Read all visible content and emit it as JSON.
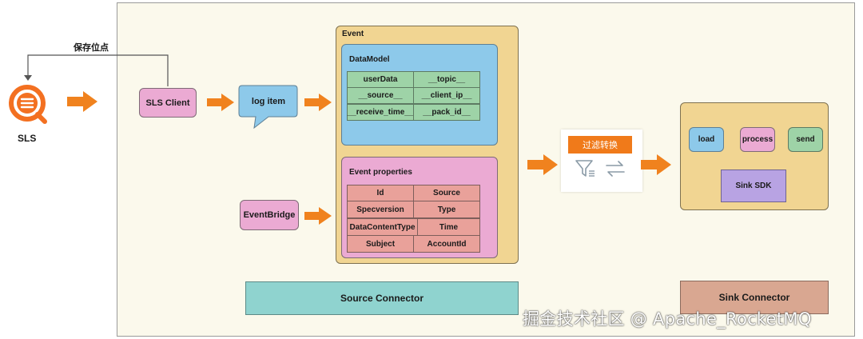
{
  "left": {
    "sls_label": "SLS",
    "checkpoint_label": "保存位点"
  },
  "source": {
    "sls_client": "SLS Client",
    "log_item": "log item",
    "eventbridge": "EventBridge",
    "connector_label": "Source Connector"
  },
  "event": {
    "title": "Event",
    "datamodel": {
      "title": "DataModel",
      "cells": [
        "userData",
        "__topic__",
        "__source__",
        "__client_ip__",
        "__receive_time__",
        "__pack_id__"
      ]
    },
    "properties": {
      "title": "Event properties",
      "cells": [
        "Id",
        "Source",
        "Specversion",
        "Type",
        "DataContentType",
        "Time",
        "Subject",
        "AccountId"
      ]
    }
  },
  "transform": {
    "title": "过滤转换",
    "icons": [
      "filter-icon",
      "transform-arrows-icon"
    ],
    "accent": "#f07a1a"
  },
  "sink": {
    "steps": [
      "load",
      "process",
      "send"
    ],
    "sdk": "Sink SDK",
    "connector_label": "Sink Connector"
  },
  "watermark": "掘金技术社区 @ Apache_RocketMQ",
  "colors": {
    "orange_arrow": "#f0821e",
    "pink": "#ebaad3",
    "tan": "#f1d592",
    "blue": "#8dc9ea",
    "green": "#9ed3a7",
    "red": "#e9a19a",
    "teal": "#8fd3cf",
    "sink_connector": "#d9a791",
    "lavender": "#b8a3e3"
  }
}
